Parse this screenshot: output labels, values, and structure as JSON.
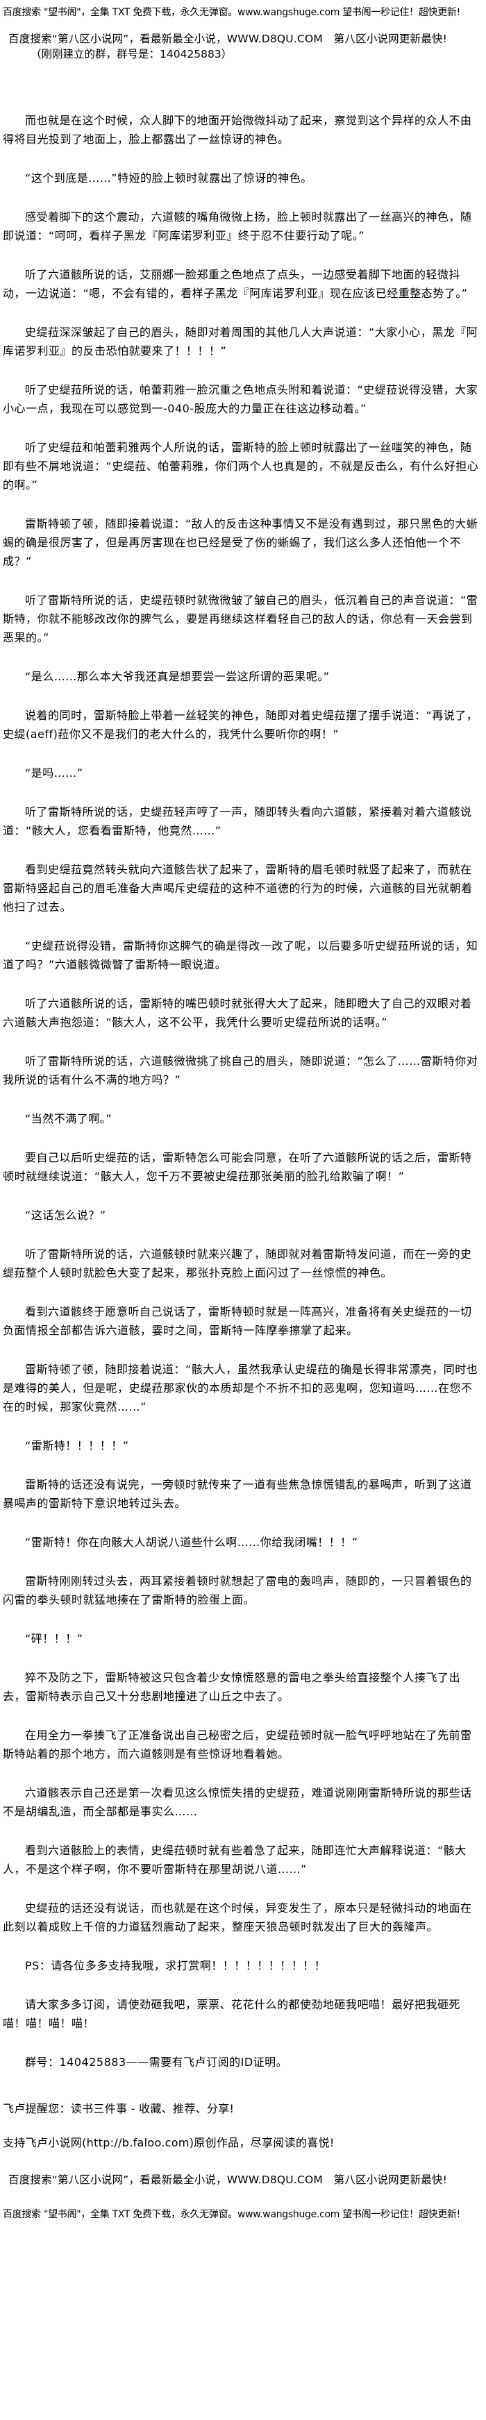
{
  "header": {
    "ad_wangshuge": "百度搜索 \"望书阁\"，全集 TXT 免费下载，永久无弹窗。www.wangshuge.com 望书阁一秒记住！超快更新!",
    "ad_d8qu": "百度搜索“第八区小说网”，看最新最全小说，WWW.D8QU.COM　第八区小说网更新最快!",
    "group_note": "（刚刚建立的群，群号是：140425883）"
  },
  "paragraphs": [
    "而也就是在这个时候，众人脚下的地面开始微微抖动了起来，察觉到这个异样的众人不由得将目光投到了地面上，脸上都露出了一丝惊讶的神色。",
    "“这个到底是……”特娅的脸上顿时就露出了惊讶的神色。",
    "感受着脚下的这个震动，六道骸的嘴角微微上扬，脸上顿时就露出了一丝高兴的神色，随即说道：“呵呵，看样子黑龙『阿库诺罗利亚』终于忍不住要行动了呢。”",
    "听了六道骸所说的话，艾丽娜一脸郑重之色地点了点头，一边感受着脚下地面的轻微抖动，一边说道：“嗯，不会有错的，看样子黑龙『阿库诺罗利亚』现在应该已经重整态势了。”",
    "史缇菈深深皱起了自己的眉头，随即对着周围的其他几人大声说道：“大家小心，黑龙『阿库诺罗利亚』的反击恐怕就要来了！！！！”",
    "听了史缇菈所说的话，帕蕾莉雅一脸沉重之色地点头附和着说道：“史缇菈说得没错，大家小心一点，我现在可以感觉到一-040-股庞大的力量正在往这边移动着。”",
    "听了史缇菈和帕蕾莉雅两个人所说的话，雷斯特的脸上顿时就露出了一丝嗤笑的神色，随即有些不屑地说道：“史缇菈、帕蕾莉雅，你们两个人也真是的，不就是反击么，有什么好担心的啊。”",
    "雷斯特顿了顿，随即接着说道：“敌人的反击这种事情又不是没有遇到过，那只黑色的大蜥蜴的确是很厉害了，但是再厉害现在也已经是受了伤的蜥蜴了，我们这么多人还怕他一个不成？”",
    "听了雷斯特所说的话，史缇菈顿时就微微皱了皱自己的眉头，低沉着自己的声音说道：“雷斯特，你就不能够改改你的脾气么，要是再继续这样看轻自己的敌人的话，你总有一天会尝到恶果的。”",
    "“是么……那么本大爷我还真是想要尝一尝这所谓的恶果呢。”",
    "说着的同时，雷斯特脸上带着一丝轻笑的神色，随即对着史缇菈摆了摆手说道：“再说了，史缇(aeff)菈你又不是我们的老大什么的，我凭什么要听你的啊！”",
    "“是吗……”",
    "听了雷斯特所说的话，史缇菈轻声哼了一声，随即转头看向六道骸，紧接着对着六道骸说道：“骸大人，您看看雷斯特，他竟然……”",
    "看到史缇菈竟然转头就向六道骸告状了起来了，雷斯特的眉毛顿时就竖了起来了，而就在雷斯特竖起自己的眉毛准备大声喝斥史缇菈的这种不道德的行为的时候，六道骸的目光就朝着他扫了过去。",
    "“史缇菈说得没错，雷斯特你这脾气的确是得改一改了呢，以后要多听史缇菈所说的话，知道了吗？”六道骸微微瞥了雷斯特一眼说道。",
    "听了六道骸所说的话，雷斯特的嘴巴顿时就张得大大了起来，随即瞪大了自己的双眼对着六道骸大声抱怨道：“骸大人，这不公平，我凭什么要听史缇菈所说的话啊。”",
    "听了雷斯特所说的话，六道骸微微挑了挑自己的眉头，随即说道：“怎么了……雷斯特你对我所说的话有什么不满的地方吗？”",
    "“当然不满了啊。”",
    "要自己以后听史缇菈的话，雷斯特怎么可能会同意，在听了六道骸所说的话之后，雷斯特顿时就继续说道：“骸大人，您千万不要被史缇菈那张美丽的脸孔给欺骗了啊！”",
    "“这话怎么说？”",
    "听了雷斯特所说的话，六道骸顿时就来兴趣了，随即就对着雷斯特发问道，而在一旁的史缇菈整个人顿时就脸色大变了起来，那张扑克脸上面闪过了一丝惊慌的神色。",
    "看到六道骸终于愿意听自己说话了，雷斯特顿时就是一阵高兴，准备将有关史缇菈的一切负面情报全部都告诉六道骸，霎时之间，雷斯特一阵摩拳擦掌了起来。",
    "雷斯特顿了顿，随即接着说道：“骸大人，虽然我承认史缇菈的确是长得非常漂亮，同时也是难得的美人，但是呢，史缇菈那家伙的本质却是个不折不扣的恶鬼啊，您知道吗……在您不在的时候，那家伙竟然……”",
    "“雷斯特！！！！！”",
    "雷斯特的话还没有说完，一旁顿时就传来了一道有些焦急惊慌错乱的暴喝声，听到了这道暴喝声的雷斯特下意识地转过头去。",
    "“雷斯特！你在向骸大人胡说八道些什么啊……你给我闭嘴！！！”",
    "雷斯特刚刚转过头去，两耳紧接着顿时就想起了雷电的轰鸣声，随即的，一只冒着银色的闪雷的拳头顿时就猛地揍在了雷斯特的脸蛋上面。",
    "“砰！！！”",
    "猝不及防之下，雷斯特被这只包含着少女惊慌怒意的雷电之拳头给直接整个人揍飞了出去，雷斯特表示自己又十分悲剧地撞进了山丘之中去了。",
    "在用全力一拳揍飞了正准备说出自己秘密之后，史缇菈顿时就一脸气呼呼地站在了先前雷斯特站着的那个地方，而六道骸则是有些惊讶地看着她。",
    "六道骸表示自己还是第一次看见这么惊慌失措的史缇菈，难道说刚刚雷斯特所说的那些话不是胡编乱造，而全部都是事实么……",
    "看到六道骸脸上的表情，史缇菈顿时就有些着急了起来，随即连忙大声解释说道：“骸大人，不是这个样子啊，你不要听雷斯特在那里胡说八道……”",
    "史缇菈的话还没有说话，而也就是在这个时候，异变发生了，原本只是轻微抖动的地面在此刻以着成败上千倍的力道猛烈震动了起来，整座天狼岛顿时就发出了巨大的轰隆声。",
    "PS：请各位多多支持我哦，求打赏啊！！！！！！！！！！",
    "请大家多多订阅，请使劲砸我吧，票票、花花什么的都使劲地砸我吧喵！最好把我砸死喵！喵！喵！喵！",
    "群号：140425883——需要有飞卢订阅的ID证明。"
  ],
  "footer": {
    "reminder": "飞卢提醒您：读书三件事 - 收藏、推荐、分享!",
    "support": "支持飞卢小说网(http://b.faloo.com)原创作品，尽享阅读的喜悦!",
    "ad_d8qu": "百度搜索“第八区小说网”，看最新最全小说，WWW.D8QU.COM　第八区小说网更新最快!",
    "ad_wangshuge": "百度搜索 \"望书阁\"，全集 TXT 免费下载，永久无弹窗。www.wangshuge.com 望书阁一秒记住！超快更新!"
  }
}
